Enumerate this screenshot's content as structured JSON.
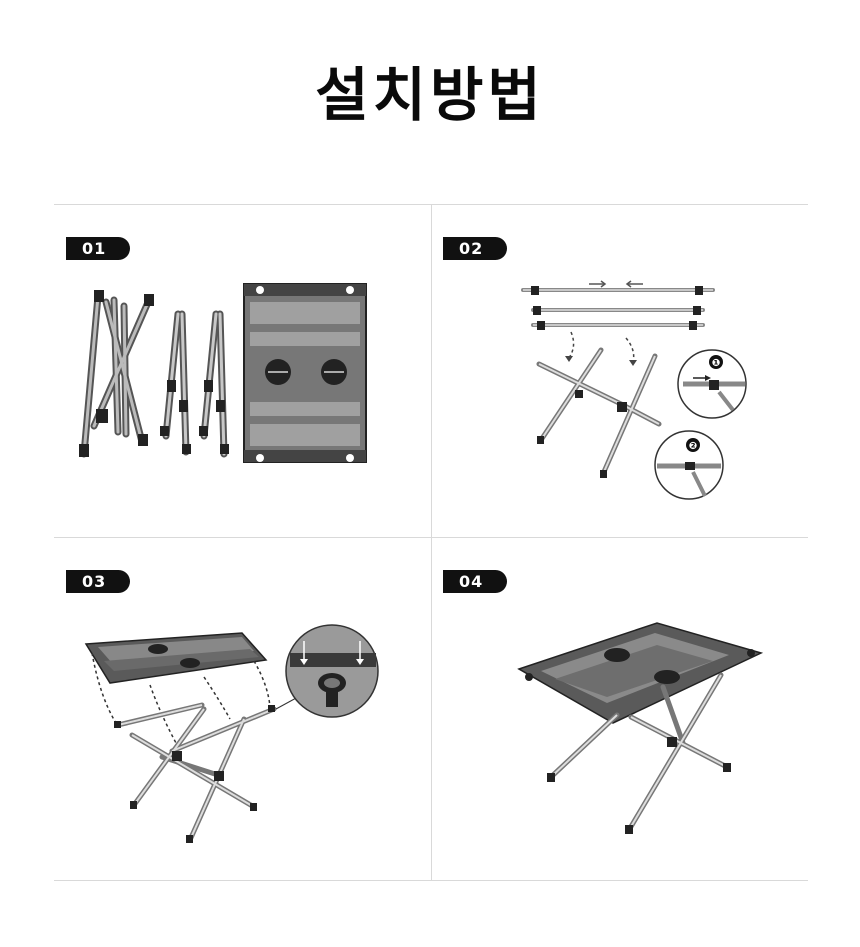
{
  "title": "설치방법",
  "steps": [
    {
      "number": "01"
    },
    {
      "number": "02"
    },
    {
      "number": "03"
    },
    {
      "number": "04"
    }
  ],
  "step2_callouts": [
    "❶",
    "❷"
  ]
}
